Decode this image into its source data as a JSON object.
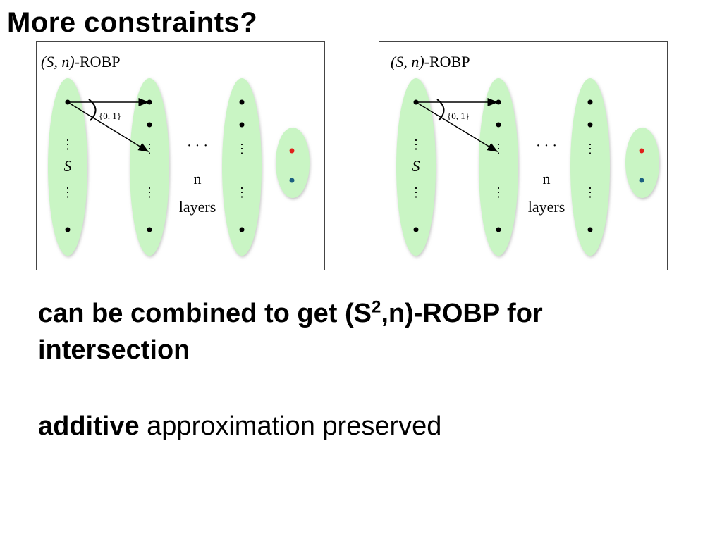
{
  "slide": {
    "title": "More constraints?"
  },
  "diagram": {
    "panel_label_prefix": "(S, n)",
    "panel_label_suffix": "-ROBP",
    "edge_label": "{0, 1}",
    "state_label": "S",
    "ellipsis": "· · ·",
    "n_label": "n",
    "layers_label": "layers",
    "colors": {
      "layer_fill": "#c9f5c4",
      "accept_dot": "#e0201a",
      "reject_dot": "#1b5f80"
    }
  },
  "body": {
    "line1_text": "can be combined to get (S",
    "line1_sup": "2",
    "line1_rest": ",n)-ROBP for",
    "line2_text": "intersection",
    "line3_bold": "additive",
    "line3_rest": " approximation preserved"
  }
}
